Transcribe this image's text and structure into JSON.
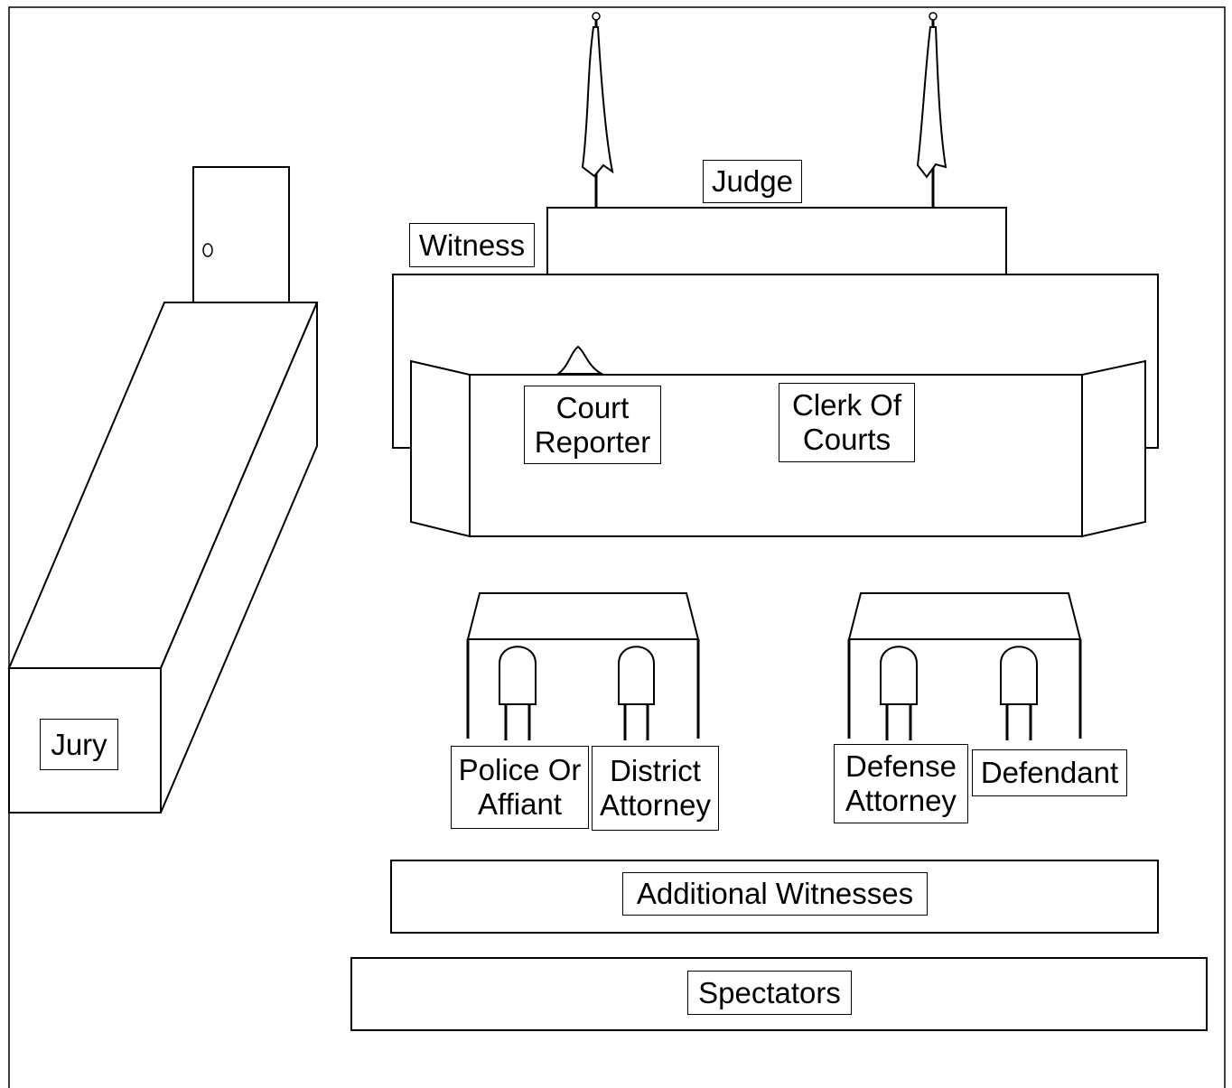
{
  "diagram": {
    "labels": {
      "judge": "Judge",
      "witness": "Witness",
      "court_reporter": "Court\nReporter",
      "clerk_of_courts": "Clerk Of\nCourts",
      "jury": "Jury",
      "police_or_affiant": "Police Or\nAffiant",
      "district_attorney": "District\nAttorney",
      "defense_attorney": "Defense\nAttorney",
      "defendant": "Defendant",
      "additional_witnesses": "Additional Witnesses",
      "spectators": "Spectators"
    },
    "icons": [
      "flag-icon",
      "door-icon",
      "chair-icon"
    ]
  }
}
